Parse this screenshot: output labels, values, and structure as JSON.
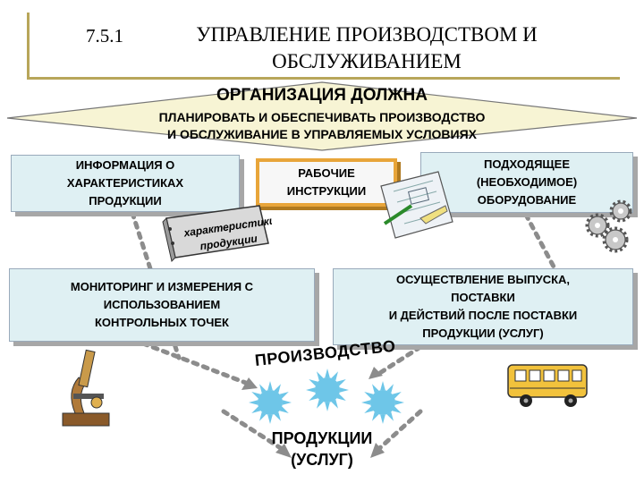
{
  "header": {
    "number": "7.5.1",
    "title_line1": "УПРАВЛЕНИЕ ПРОИЗВОДСТВОМ И",
    "title_line2": "ОБСЛУЖИВАНИЕМ"
  },
  "diamond": {
    "title": "ОРГАНИЗАЦИЯ ДОЛЖНА",
    "line1": "ПЛАНИРОВАТЬ И ОБЕСПЕЧИВАТЬ ПРОИЗВОДСТВО",
    "line2": "И ОБСЛУЖИВАНИЕ В УПРАВЛЯЕМЫХ УСЛОВИЯХ"
  },
  "boxes": {
    "info": [
      "ИНФОРМАЦИЯ О",
      "ХАРАКТЕРИСТИКАХ",
      "ПРОДУКЦИИ"
    ],
    "work": [
      "РАБОЧИЕ",
      "ИНСТРУКЦИИ"
    ],
    "equipment": [
      "ПОДХОДЯЩЕЕ",
      "(НЕОБХОДИМОЕ)",
      "ОБОРУДОВАНИЕ"
    ],
    "monitoring": [
      "МОНИТОРИНГ И ИЗМЕРЕНИЯ С",
      "ИСПОЛЬЗОВАНИЕМ",
      "КОНТРОЛЬНЫХ ТОЧЕК"
    ],
    "release": [
      "ОСУЩЕСТВЛЕНИЕ ВЫПУСКА,",
      "ПОСТАВКИ",
      "И ДЕЙСТВИЙ ПОСЛЕ ПОСТАВКИ",
      "ПРОДУКЦИИ (УСЛУГ)"
    ]
  },
  "binder": {
    "line1": "характеристики",
    "line2": "продукции"
  },
  "production_label": "ПРОИЗВОДСТВО",
  "output": {
    "line1": "ПРОДУКЦИИ",
    "line2": "(УСЛУГ)"
  },
  "colors": {
    "title_rule": "#b8a65a",
    "diamond_fill": "#f7f4d4",
    "box_fill": "#dff0f3",
    "accent_orange": "#e8a53a",
    "sun": "#6ec6e8",
    "bus": "#f2c23c"
  },
  "icons": [
    "binder-icon",
    "blueprint-icon",
    "gears-icon",
    "microscope-icon",
    "sun-icon",
    "bus-icon"
  ]
}
